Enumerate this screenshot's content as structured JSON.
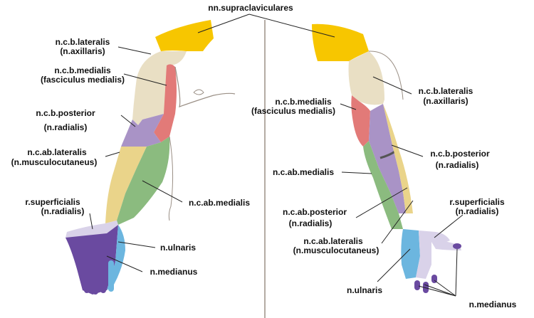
{
  "colors": {
    "supraclavicular": "#f7c600",
    "lateral_upper": "#e9dfc4",
    "medial_brachial": "#e27a78",
    "posterior": "#a993c6",
    "lateral_forearm": "#ead48a",
    "medial_forearm": "#8bbb7f",
    "radial_superficial": "#d9d2e9",
    "median": "#6a4aa0",
    "ulnar": "#6cb6df",
    "skin_outline": "#9a8f85",
    "leader": "#222222",
    "divider": "#9c8f86"
  },
  "labels": {
    "top": "nn.supraclaviculares",
    "left": {
      "cb_lateralis": "n.c.b.lateralis",
      "n_axillaris": "(n.axillaris)",
      "cb_medialis": "n.c.b.medialis",
      "fasc_medialis": "(fasciculus medialis)",
      "cb_posterior": "n.c.b.posterior",
      "n_radialis": "(n.radialis)",
      "cab_lateralis": "n.c.ab.lateralis",
      "n_musculocutaneus": "(n.musculocutaneus)",
      "cab_medialis": "n.c.ab.medialis",
      "r_superficialis": "r.superficialis",
      "r_radialis": "(n.radialis)",
      "n_ulnaris": "n.ulnaris",
      "n_medianus": "n.medianus"
    },
    "right": {
      "cb_lateralis": "n.c.b.lateralis",
      "n_axillaris": "(n.axillaris)",
      "cb_medialis": "n.c.b.medialis",
      "fasc_medialis": "(fasciculus medialis)",
      "cb_posterior": "n.c.b.posterior",
      "n_radialis": "(n.radialis)",
      "cab_medialis": "n.c.ab.medialis",
      "cab_posterior": "n.c.ab.posterior",
      "cab_post_radialis": "(n.radialis)",
      "r_superficialis": "r.superficialis",
      "r_radialis": "(n.radialis)",
      "cab_lateralis": "n.c.ab.lateralis",
      "n_musculocutaneus": "(n.musculocutaneus)",
      "n_ulnaris": "n.ulnaris",
      "n_medianus": "n.medianus"
    }
  }
}
